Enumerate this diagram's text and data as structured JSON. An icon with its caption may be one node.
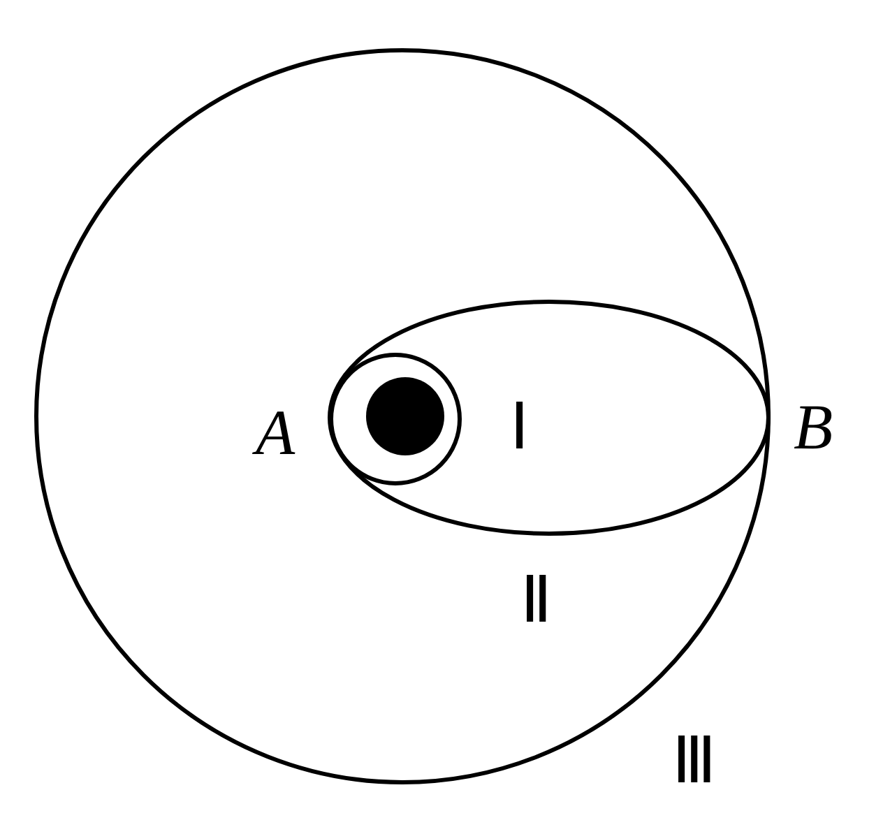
{
  "diagram": {
    "labels": [
      "A",
      "Ⅰ",
      "B",
      "Ⅱ",
      "Ⅲ"
    ]
  }
}
